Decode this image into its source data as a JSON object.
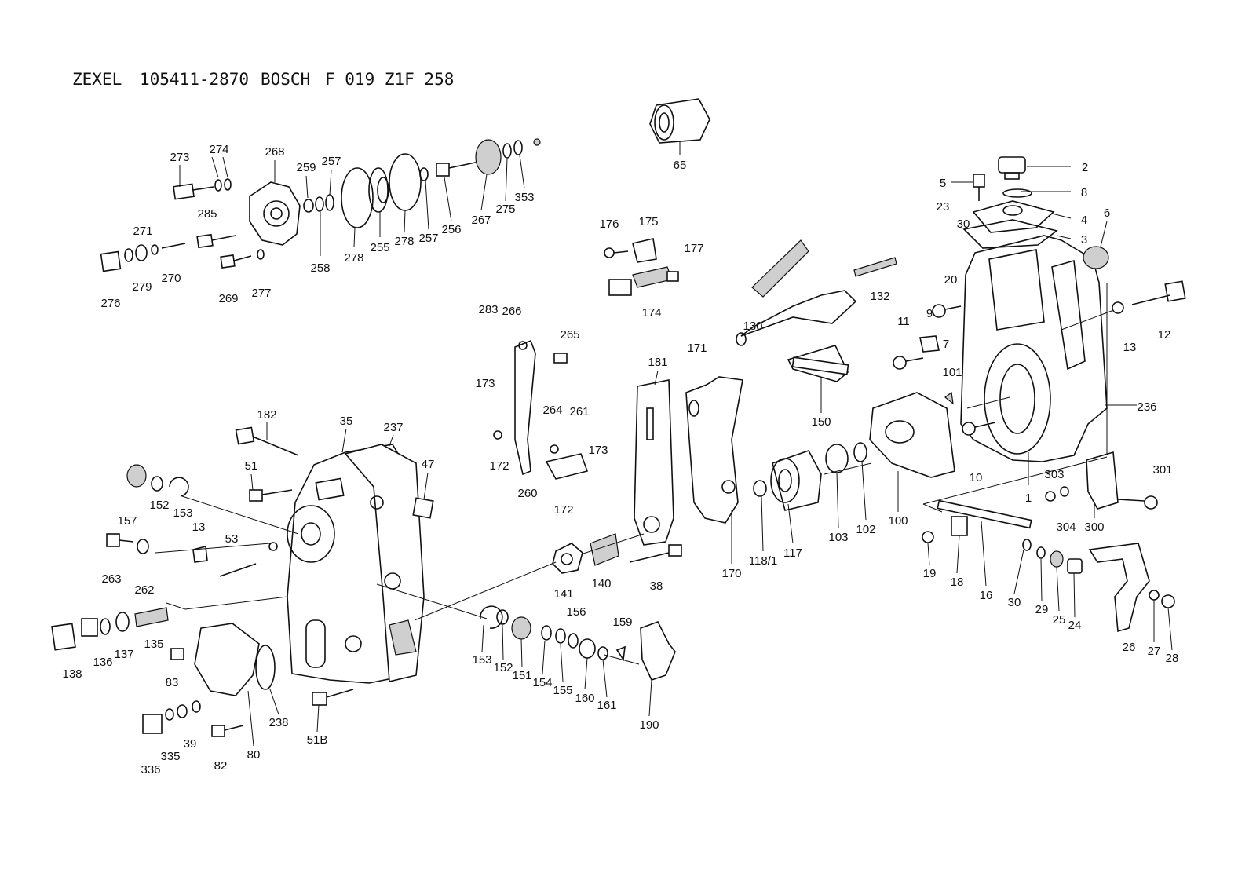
{
  "title": {
    "zexel": "ZEXEL",
    "zexel_no": "105411-2870",
    "bosch": "BOSCH",
    "bosch_no": "F 019 Z1F 258"
  },
  "callouts": [
    "273",
    "274",
    "268",
    "259",
    "257",
    "285",
    "271",
    "279",
    "270",
    "276",
    "269",
    "277",
    "258",
    "278",
    "255",
    "278",
    "257",
    "256",
    "267",
    "275",
    "353",
    "65",
    "2",
    "5",
    "8",
    "4",
    "23",
    "30",
    "3",
    "6",
    "20",
    "9",
    "7",
    "11",
    "12",
    "13",
    "101",
    "236",
    "10",
    "1",
    "301",
    "303",
    "304",
    "300",
    "176",
    "175",
    "177",
    "174",
    "132",
    "130",
    "150",
    "171",
    "181",
    "283",
    "266",
    "265",
    "173",
    "264",
    "261",
    "173",
    "172",
    "260",
    "172",
    "182",
    "35",
    "237",
    "51",
    "47",
    "157",
    "152",
    "153",
    "13",
    "53",
    "263",
    "262",
    "141",
    "140",
    "38",
    "170",
    "118/1",
    "117",
    "103",
    "102",
    "100",
    "138",
    "136",
    "137",
    "135",
    "83",
    "336",
    "335",
    "39",
    "82",
    "80",
    "238",
    "51B",
    "153",
    "152",
    "151",
    "154",
    "155",
    "156",
    "160",
    "161",
    "159",
    "190",
    "19",
    "18",
    "16",
    "30",
    "29",
    "25",
    "24",
    "26",
    "27",
    "28"
  ]
}
